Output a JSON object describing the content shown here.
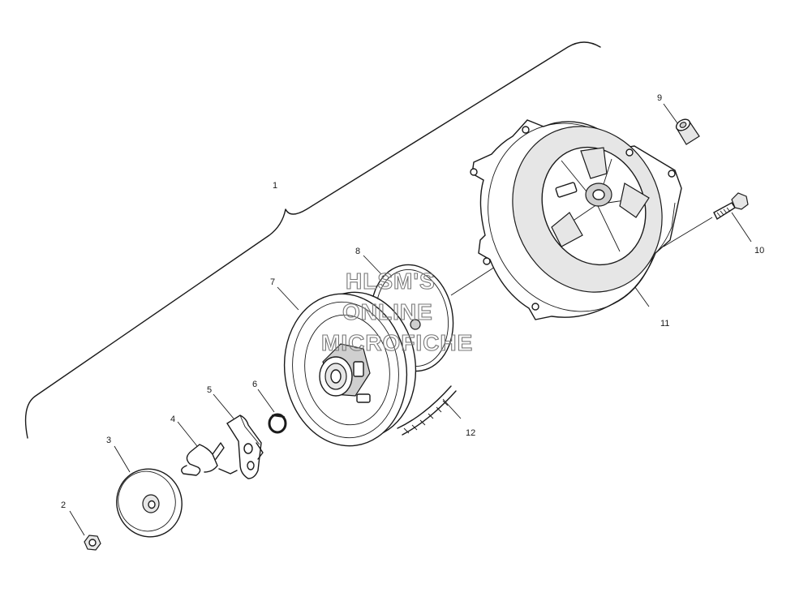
{
  "callouts": {
    "c1": "1",
    "c2": "2",
    "c3": "3",
    "c4": "4",
    "c5": "5",
    "c6": "6",
    "c7": "7",
    "c8": "8",
    "c9": "9",
    "c10": "10",
    "c11": "11",
    "c12": "12"
  },
  "watermark": {
    "line1": "HLSM'S",
    "line2": "ONLINE",
    "line3": "MICROFICHE"
  }
}
